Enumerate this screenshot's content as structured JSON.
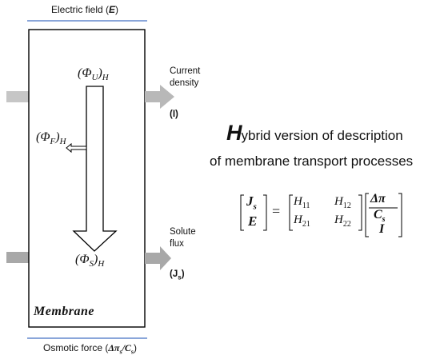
{
  "labels": {
    "electric_field": "Electric field (",
    "electric_field_symbol": "E",
    "electric_field_close": ")",
    "current_density_line1": "Current",
    "current_density_line2": "density",
    "current_symbol": "(I)",
    "solute_flux_line1": "Solute",
    "solute_flux_line2": "flux",
    "solute_symbol": "(J",
    "solute_sub": "s",
    "solute_close": ")",
    "osmotic_force": "Osmotic force (",
    "osmotic_symbol": "Δπ",
    "osmotic_sub": "s",
    "osmotic_slash": "/C",
    "osmotic_sub2": "s",
    "osmotic_close": ")",
    "membrane": "Membrane"
  },
  "fluxes": {
    "phi_u": "(Φ",
    "phi_u_sub": "U",
    "phi_u_close": ")",
    "phi_u_h": "H",
    "phi_f": "(Φ",
    "phi_f_sub": "F",
    "phi_f_close": ")",
    "phi_f_h": "H",
    "phi_s": "(Φ",
    "phi_s_sub": "S",
    "phi_s_close": ")",
    "phi_s_h": "H"
  },
  "heading": {
    "initial": "H",
    "rest_line1": "ybrid version of description",
    "line2": "of membrane transport  processes"
  },
  "equation": {
    "lhs_top": "J",
    "lhs_top_sub": "s",
    "lhs_bottom": "E",
    "equals": "=",
    "h11": "H",
    "h11_sub": "11",
    "h12": "H",
    "h12_sub": "12",
    "h21": "H",
    "h21_sub": "21",
    "h22": "H",
    "h22_sub": "22",
    "r_num": "Δπ",
    "r_den": "C",
    "r_den_sub": "s",
    "r_bottom": "I"
  },
  "colors": {
    "top_line": "#4472c4",
    "arrow_gray": "#b0b0b0",
    "arrow_dark": "#a0a0a0",
    "box_stroke": "#000000"
  }
}
